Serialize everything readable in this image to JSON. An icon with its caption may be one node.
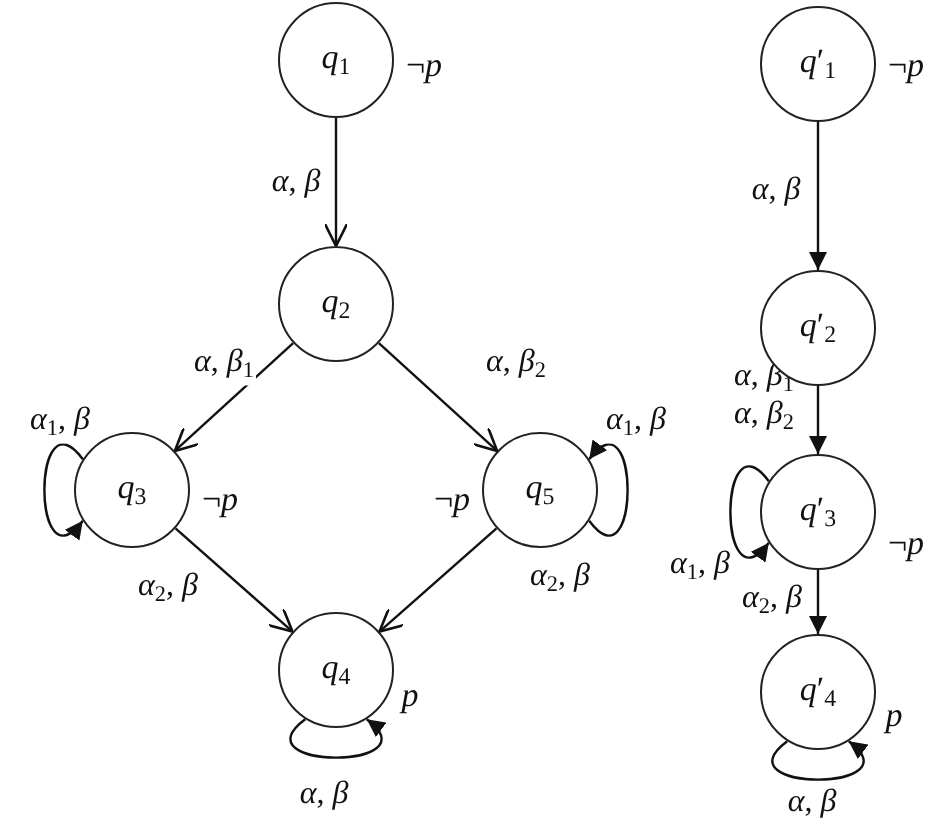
{
  "diagram": {
    "nodes": [
      {
        "text": [
          "*q*$_{1}$"
        ],
        "beside": [
          "¬*p*"
        ]
      },
      {
        "text": [
          "*q*$_{2}$"
        ]
      },
      {
        "text": [
          "*q*$_{3}$"
        ],
        "beside": [
          "¬*p*"
        ]
      },
      {
        "text": [
          "*q*$_{5}$"
        ],
        "beside": [
          "¬*p*"
        ]
      },
      {
        "text": [
          "*q*$_{4}$"
        ],
        "beside": [
          "*p*"
        ]
      },
      {
        "text": [
          "*q*′$_{1}$"
        ],
        "beside": [
          "¬*p*"
        ]
      },
      {
        "text": [
          "*q*′$_{2}$"
        ]
      },
      {
        "text": [
          "*q*′$_{3}$"
        ],
        "beside": [
          "¬*p*"
        ]
      },
      {
        "text": [
          "*q*′$_{4}$"
        ],
        "beside": [
          "*p*"
        ]
      }
    ],
    "edges": [
      {
        "from": 0,
        "to": 1,
        "arrow": "to",
        "label": "*α*, *β*"
      },
      {
        "from": 1,
        "to": 2,
        "arrow": "to",
        "label": "*α*, *β*$_{1}$"
      },
      {
        "from": 1,
        "to": 3,
        "arrow": "to",
        "label": "*α*, *β*$_{2}$"
      },
      {
        "from": 2,
        "to": 2,
        "arrow": "to",
        "label": "*α*$_{1}$, *β*"
      },
      {
        "from": 3,
        "to": 3,
        "arrow": "to",
        "label": "*α*$_{1}$, *β*"
      },
      {
        "from": 2,
        "to": 4,
        "arrow": "to",
        "label": "*α*$_{2}$, *β*"
      },
      {
        "from": 3,
        "to": 4,
        "arrow": "to",
        "label": "*α*$_{2}$, *β*"
      },
      {
        "from": 4,
        "to": 4,
        "arrow": "to",
        "label": "*α*, *β*"
      },
      {
        "from": 5,
        "to": 6,
        "arrow": "to",
        "label": "*α*, *β*"
      },
      {
        "from": 6,
        "to": 7,
        "arrow": "to",
        "label": "*α*, *β*$_{1}$ *α*, *β*$_{2}$"
      },
      {
        "from": 7,
        "to": 7,
        "arrow": "to",
        "label": "*α*$_{1}$, *β*"
      },
      {
        "from": 7,
        "to": 8,
        "arrow": "to",
        "label": "*α*$_{2}$, *β*"
      },
      {
        "from": 8,
        "to": 8,
        "arrow": "to",
        "label": "*α*, *β*"
      }
    ]
  }
}
